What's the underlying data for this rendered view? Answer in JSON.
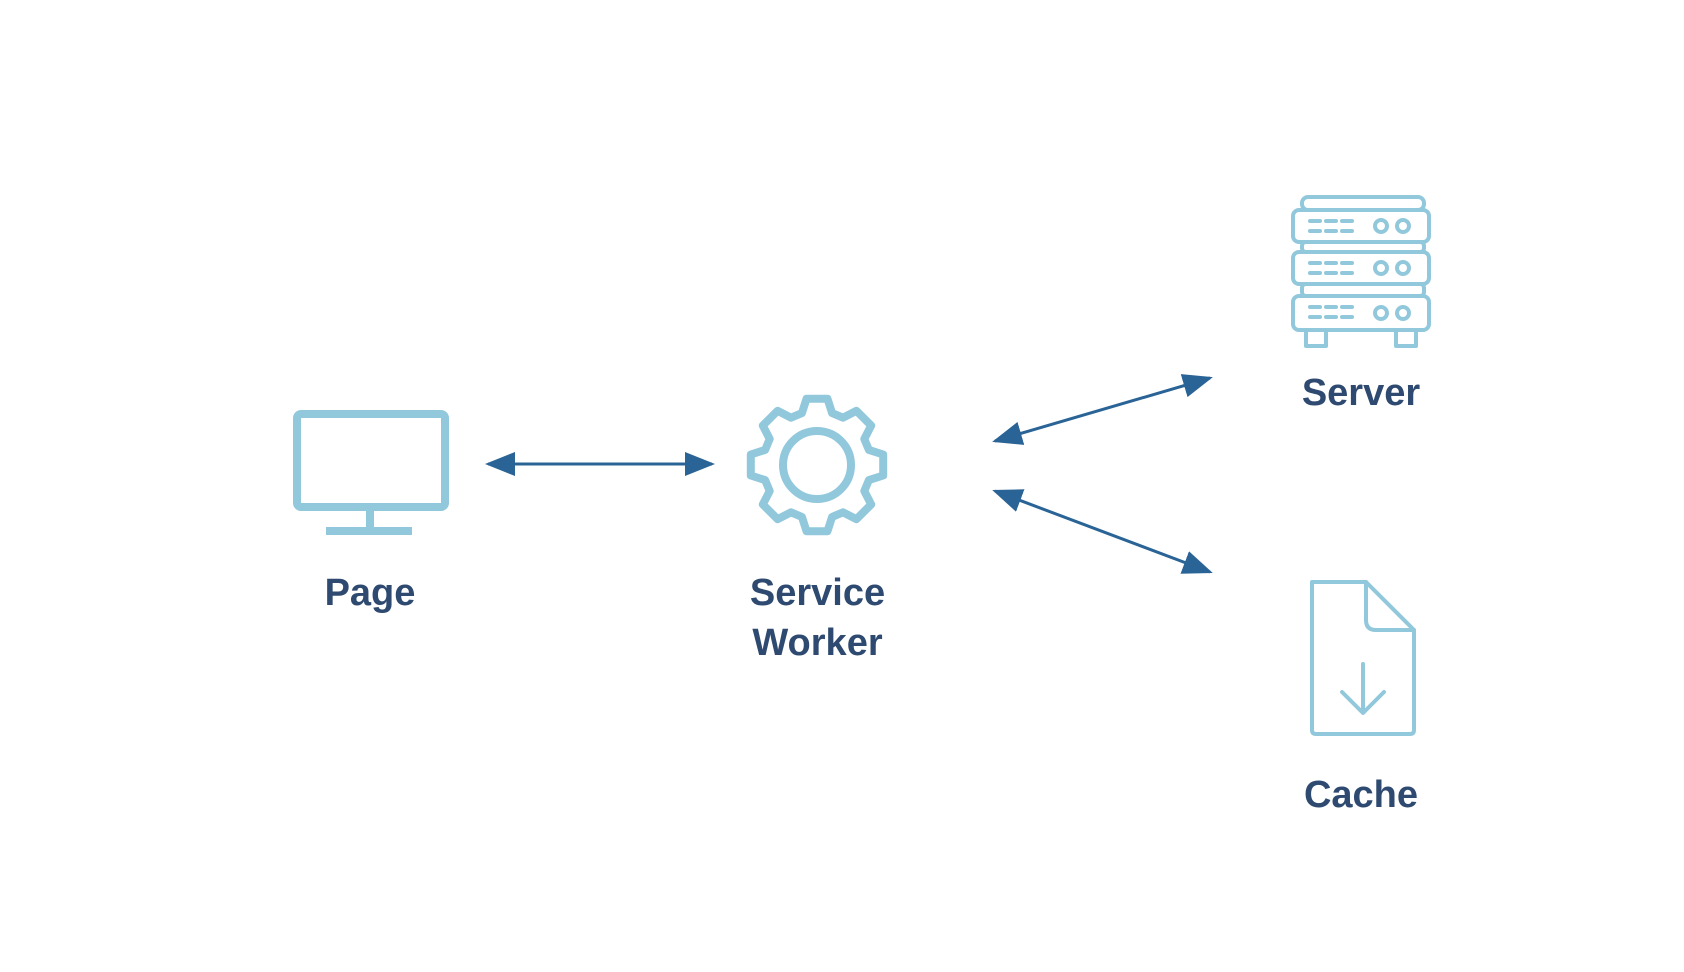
{
  "colors": {
    "icon": "#92c8dc",
    "arrow": "#2a6496",
    "label": "#2e4a70",
    "background": "#ffffff"
  },
  "nodes": {
    "page": {
      "label": "Page",
      "icon": "monitor-icon"
    },
    "service_worker": {
      "label_line1": "Service",
      "label_line2": "Worker",
      "icon": "gear-icon"
    },
    "server": {
      "label": "Server",
      "icon": "server-rack-icon"
    },
    "cache": {
      "label": "Cache",
      "icon": "file-download-icon"
    }
  },
  "connections": [
    {
      "from": "page",
      "to": "service_worker",
      "direction": "bidirectional"
    },
    {
      "from": "service_worker",
      "to": "server",
      "direction": "bidirectional"
    },
    {
      "from": "service_worker",
      "to": "cache",
      "direction": "bidirectional"
    }
  ]
}
